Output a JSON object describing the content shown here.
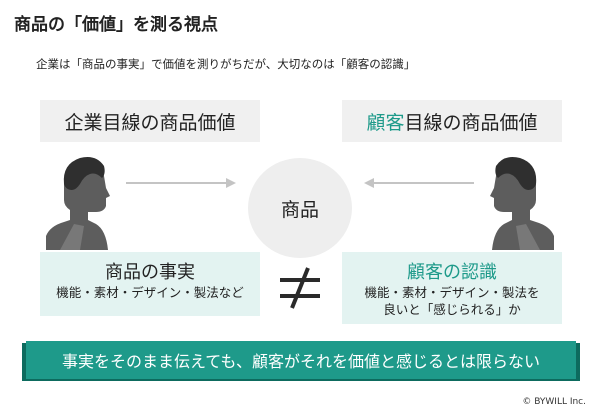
{
  "title": "商品の「価値」を測る視点",
  "subtitle": "企業は「商品の事実」で価値を測りがちだが、大切なのは「顧客の認識」",
  "left_heading": "企業目線の商品価値",
  "right_heading": {
    "accent": "顧客",
    "rest": "目線の商品価値"
  },
  "center_label": "商品",
  "fact_box": {
    "title": "商品の事実",
    "line1": "機能・素材・デザイン・製法など"
  },
  "recognition_box": {
    "title": "顧客の認識",
    "line1": "機能・素材・デザイン・製法を",
    "line2": "良いと「感じられる」か"
  },
  "not_equal_icon": "not-equal-icon",
  "left_person_icon": "person-profile-right-icon",
  "right_person_icon": "person-profile-left-icon",
  "banner": "事実をそのまま伝えても、顧客がそれを価値と感じるとは限らない",
  "copyright": "© BYWILL Inc.",
  "colors": {
    "accent": "#1e9a8a",
    "light_accent": "#e3f3f1",
    "gray_box": "#f0f0f0",
    "arrow": "#c4c4c4"
  }
}
